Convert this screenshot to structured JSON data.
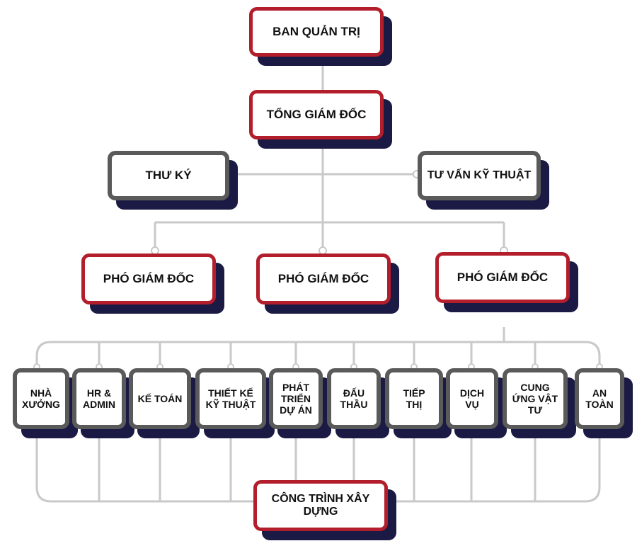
{
  "board": "BAN QUẢN TRỊ",
  "ceo": "TỔNG GIÁM ĐỐC",
  "secretary": "THƯ KÝ",
  "tech_advisor": "TƯ VẤN KỸ THUẬT",
  "deputies": [
    "PHÓ GIÁM ĐỐC",
    "PHÓ GIÁM ĐỐC",
    "PHÓ GIÁM ĐỐC"
  ],
  "departments": [
    [
      "NHÀ",
      "XƯỞNG"
    ],
    [
      "HR &",
      "ADMIN"
    ],
    [
      "KẾ TOÁN"
    ],
    [
      "THIẾT KẾ",
      "KỸ THUẬT"
    ],
    [
      "PHÁT",
      "TRIỂN",
      "DỰ ÁN"
    ],
    [
      "ĐẤU",
      "THẦU"
    ],
    [
      "TIẾP",
      "THỊ"
    ],
    [
      "DỊCH",
      "VỤ"
    ],
    [
      "CUNG",
      "ỨNG VẬT",
      "TƯ"
    ],
    [
      "AN",
      "TOÀN"
    ]
  ],
  "construction": [
    "CÔNG TRÌNH XÂY",
    "DỰNG"
  ],
  "colors": {
    "red_border": "#b21e2b",
    "grey_border": "#5a5a5a",
    "shadow": "#1b1a44",
    "connector": "#c8c8c8"
  }
}
